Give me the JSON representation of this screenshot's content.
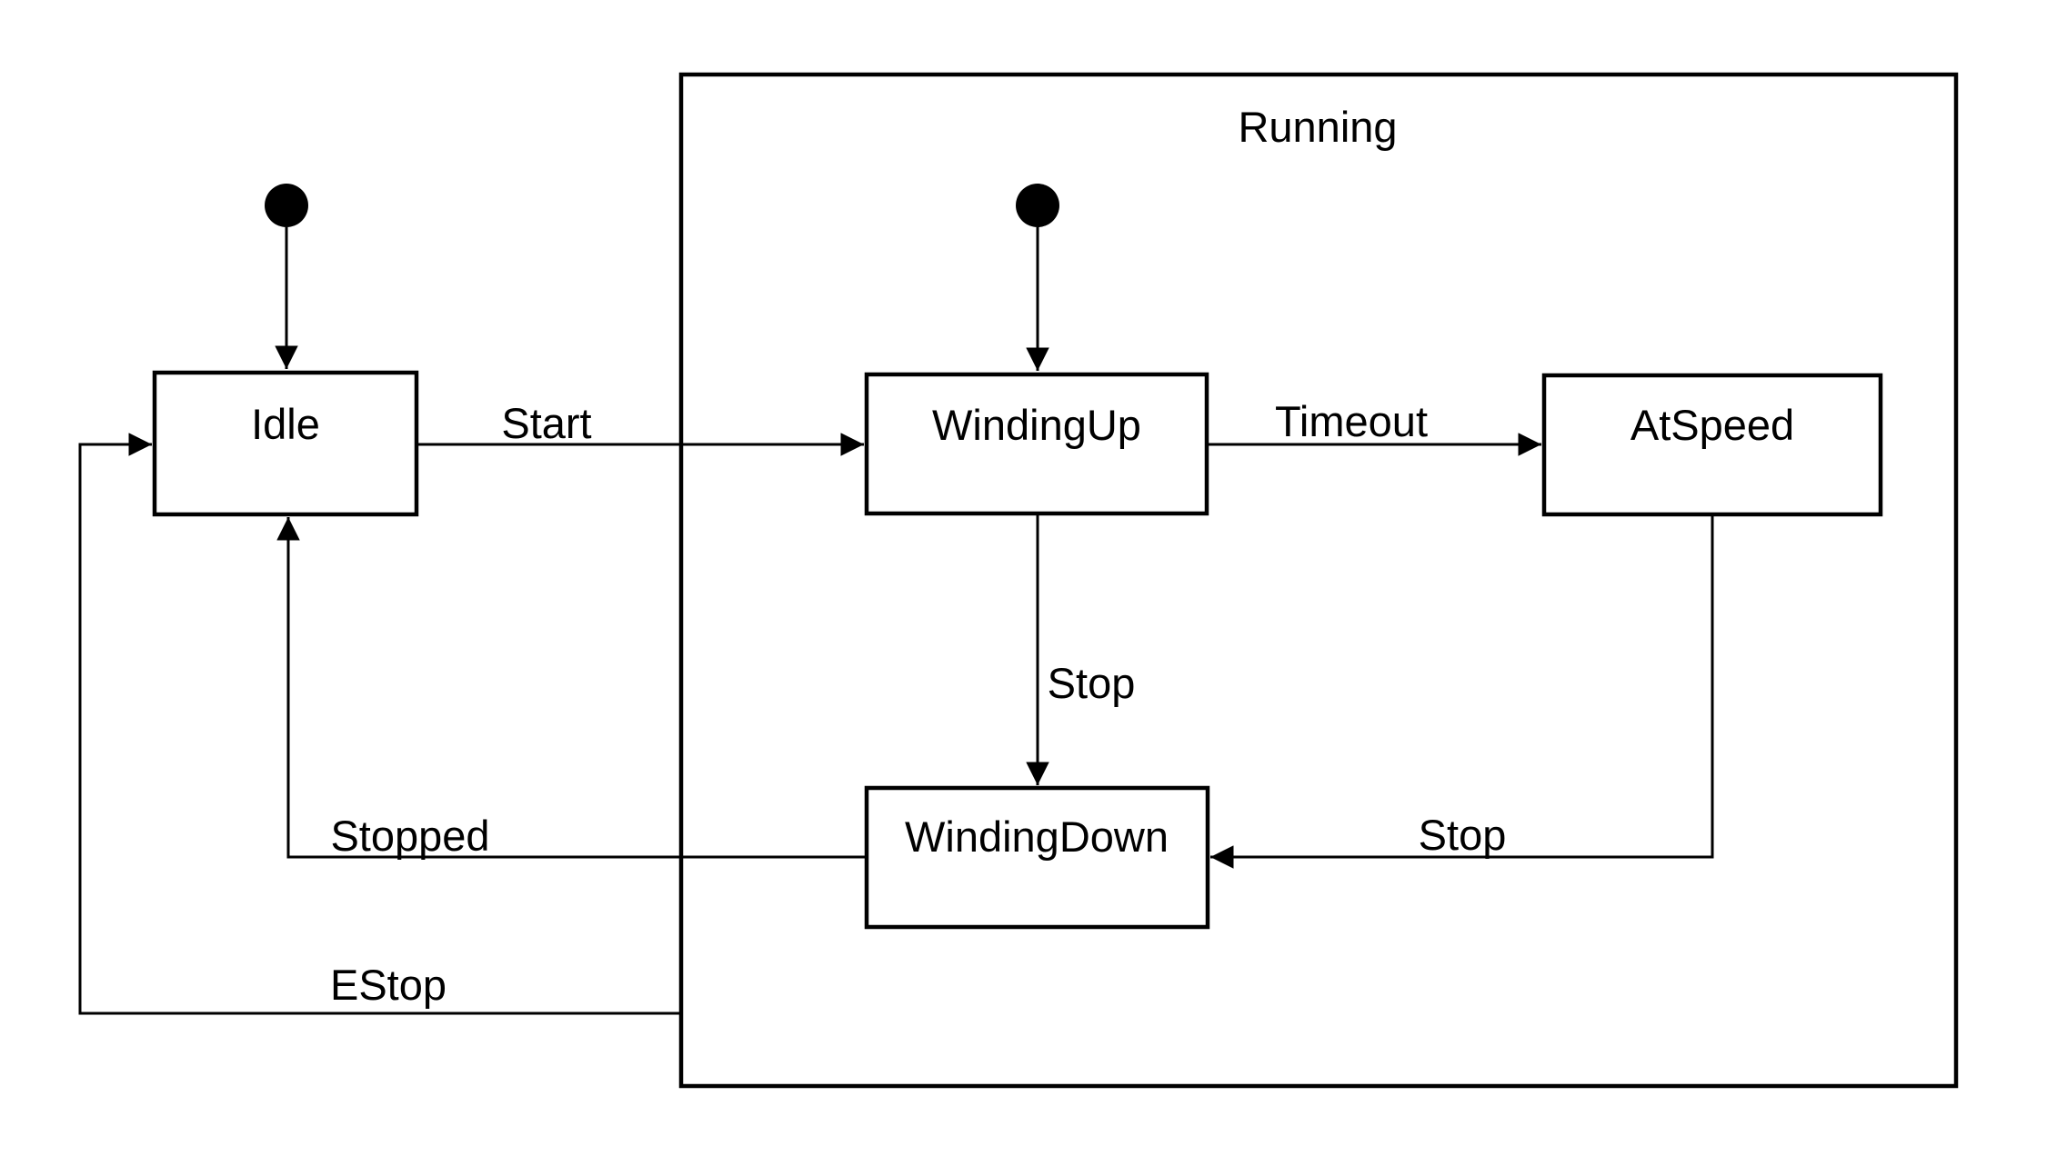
{
  "diagram": {
    "type": "uml-state-machine",
    "colors": {
      "stroke": "#000000",
      "background": "#ffffff"
    },
    "states": {
      "idle": {
        "label": "Idle"
      },
      "winding_up": {
        "label": "WindingUp"
      },
      "at_speed": {
        "label": "AtSpeed"
      },
      "winding_down": {
        "label": "WindingDown"
      },
      "running": {
        "label": "Running",
        "kind": "composite",
        "contains": [
          "WindingUp",
          "AtSpeed",
          "WindingDown"
        ]
      }
    },
    "initial_markers": [
      {
        "target": "Idle"
      },
      {
        "target": "WindingUp"
      }
    ],
    "transitions": {
      "start": {
        "label": "Start",
        "from": "Idle",
        "to": "WindingUp"
      },
      "timeout": {
        "label": "Timeout",
        "from": "WindingUp",
        "to": "AtSpeed"
      },
      "stop_winding_up": {
        "label": "Stop",
        "from": "WindingUp",
        "to": "WindingDown"
      },
      "stop_at_speed": {
        "label": "Stop",
        "from": "AtSpeed",
        "to": "WindingDown"
      },
      "stopped": {
        "label": "Stopped",
        "from": "WindingDown",
        "to": "Idle"
      },
      "estop": {
        "label": "EStop",
        "from": "Running",
        "to": "Idle"
      }
    }
  }
}
